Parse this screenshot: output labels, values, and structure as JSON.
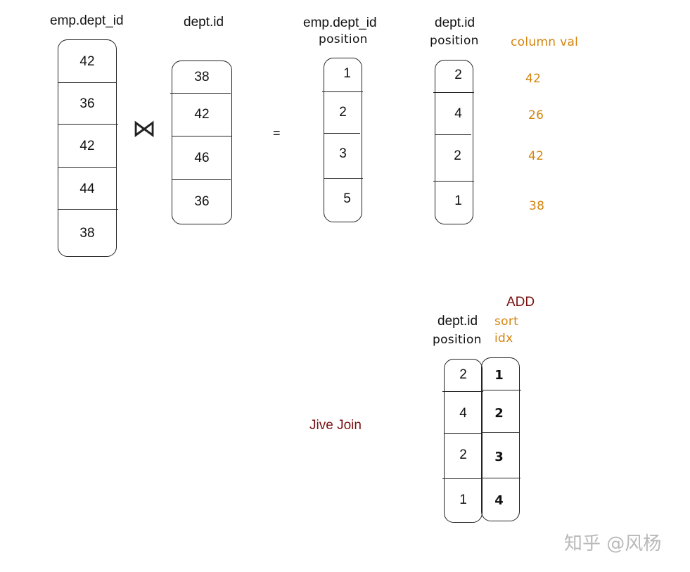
{
  "top": {
    "emp_dept_id": {
      "header": "emp.dept_id",
      "values": [
        "42",
        "36",
        "42",
        "44",
        "38"
      ]
    },
    "join_symbol": "⋈",
    "dept_id": {
      "header": "dept.id",
      "values": [
        "38",
        "42",
        "46",
        "36"
      ]
    },
    "equals": "=",
    "emp_position": {
      "header_line1": "emp.dept_id",
      "header_line2": "position",
      "values": [
        "1",
        "2",
        "3",
        "5"
      ]
    },
    "dept_position": {
      "header_line1": "dept.id",
      "header_line2": "position",
      "values": [
        "2",
        "4",
        "2",
        "1"
      ]
    },
    "column_val": {
      "header": "column val",
      "values": [
        "42",
        "26",
        "42",
        "38"
      ]
    }
  },
  "bottom": {
    "add_label": "ADD",
    "dept_position": {
      "header_line1": "dept.id",
      "header_line2": "position",
      "values": [
        "2",
        "4",
        "2",
        "1"
      ]
    },
    "sort_idx": {
      "header_line1": "sort",
      "header_line2": "idx",
      "values": [
        "1",
        "2",
        "3",
        "4"
      ]
    },
    "jive_join": "Jive Join"
  },
  "watermark": "知乎 @风杨",
  "colors": {
    "orange": "#d4840f",
    "dark_red": "#7a1010",
    "watermark": "#b9b9b9"
  }
}
